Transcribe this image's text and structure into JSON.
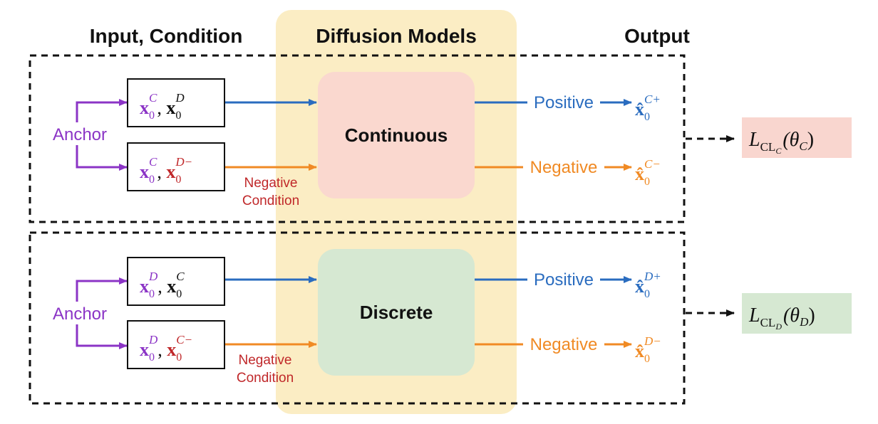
{
  "headers": {
    "input": "Input, Condition",
    "models": "Diffusion Models",
    "output": "Output"
  },
  "continuous": {
    "model_label": "Continuous",
    "anchor": "Anchor",
    "neg_condition": [
      "Negative",
      "Condition"
    ],
    "positive": "Positive",
    "negative": "Negative",
    "input_pos": {
      "v1": "x",
      "s1": "0",
      "u1": "C",
      "v2": "x",
      "s2": "0",
      "u2": "D"
    },
    "input_neg": {
      "v1": "x",
      "s1": "0",
      "u1": "C",
      "v2": "x",
      "s2": "0",
      "u2": "D−"
    },
    "out_pos": {
      "v": "x̂",
      "s": "0",
      "u": "C+"
    },
    "out_neg": {
      "v": "x̂",
      "s": "0",
      "u": "C−"
    },
    "loss": {
      "L": "L",
      "sub": "CL",
      "subsub": "C",
      "theta": "(θ",
      "tsub": "C",
      "close": ")"
    }
  },
  "discrete": {
    "model_label": "Discrete",
    "anchor": "Anchor",
    "neg_condition": [
      "Negative",
      "Condition"
    ],
    "positive": "Positive",
    "negative": "Negative",
    "input_pos": {
      "v1": "x",
      "s1": "0",
      "u1": "D",
      "v2": "x",
      "s2": "0",
      "u2": "C"
    },
    "input_neg": {
      "v1": "x",
      "s1": "0",
      "u1": "D",
      "v2": "x",
      "s2": "0",
      "u2": "C−"
    },
    "out_pos": {
      "v": "x̂",
      "s": "0",
      "u": "D+"
    },
    "out_neg": {
      "v": "x̂",
      "s": "0",
      "u": "D−"
    },
    "loss": {
      "L": "L",
      "sub": "CL",
      "subsub": "D",
      "theta": "(θ",
      "tsub": "D",
      "close": ")"
    }
  },
  "colors": {
    "purple": "#8b34c6",
    "red": "#c0282a",
    "blue": "#2a6cbf",
    "orange": "#f08a24",
    "yellow_band": "#fbedc4",
    "continuous_fill": "#fad8cf",
    "discrete_fill": "#d6e8d2",
    "loss_c_fill": "#f9d6cf",
    "loss_d_fill": "#d6e8d2"
  }
}
